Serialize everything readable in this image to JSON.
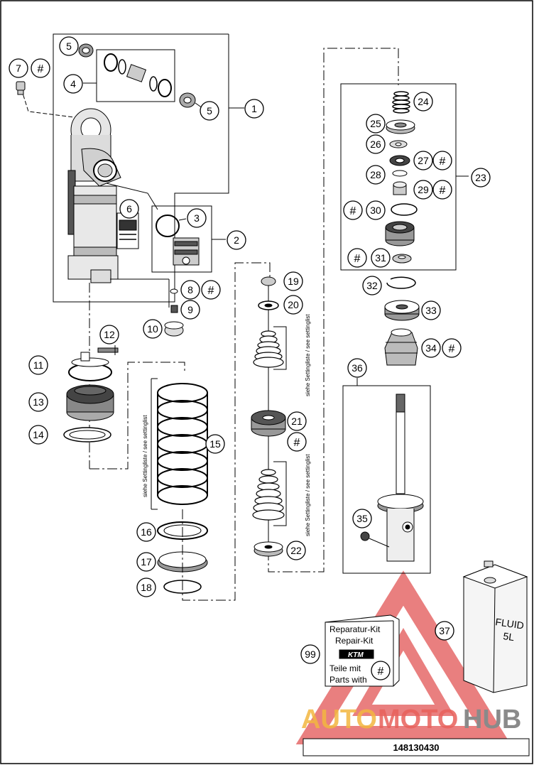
{
  "diagram": {
    "callouts": {
      "c1": "1",
      "c2": "2",
      "c3": "3",
      "c4": "4",
      "c5a": "5",
      "c5b": "5",
      "c6": "6",
      "c7": "7",
      "c8": "8",
      "c9": "9",
      "c10": "10",
      "c11": "11",
      "c12": "12",
      "c13": "13",
      "c14": "14",
      "c15": "15",
      "c16": "16",
      "c17": "17",
      "c18": "18",
      "c19": "19",
      "c20": "20",
      "c21": "21",
      "c22": "22",
      "c23": "23",
      "c24": "24",
      "c25": "25",
      "c26": "26",
      "c27": "27",
      "c28": "28",
      "c29": "29",
      "c30": "30",
      "c31": "31",
      "c32": "32",
      "c33": "33",
      "c34": "34",
      "c35": "35",
      "c36": "36",
      "c37": "37",
      "c99": "99"
    },
    "hash_symbol": "#",
    "setting_note": "siehe Settingliste / see settinglist",
    "repair_kit": {
      "line1": "Reparatur-Kit",
      "line2": "Repair-Kit",
      "brand": "KTM",
      "line3": "Teile mit",
      "line4": "Parts with"
    },
    "fluid_can": {
      "line1": "FLUID",
      "line2": "5L"
    },
    "part_number": "148130430"
  },
  "watermark": {
    "part1": "AUTO",
    "part2": "MOTO",
    "part3": "HUB",
    "colors": {
      "auto": "#f2b640",
      "moto": "#e8605a",
      "hub": "#8a8a8a",
      "triangle": "#e04848"
    }
  }
}
